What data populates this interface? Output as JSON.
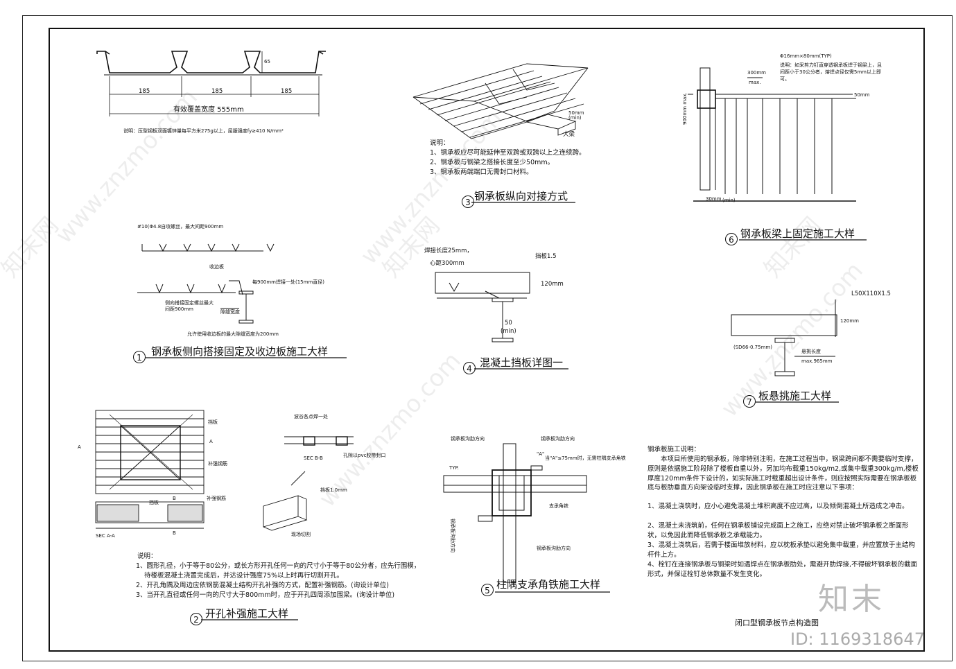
{
  "drawing_title": "闭口型钢承板节点构造图",
  "watermark": {
    "logo_text": "知末",
    "id_text": "ID: 1169318647",
    "site_text": "www.znzmo.com",
    "brand_text": "知末网"
  },
  "colors": {
    "line": "#111111",
    "watermark": "#aaaaaa"
  },
  "details": [
    {
      "num": "1",
      "title": "钢承板侧向搭接固定及收边板施工大样"
    },
    {
      "num": "2",
      "title": "开孔补强施工大样"
    },
    {
      "num": "3",
      "title": "钢承板纵向对接方式"
    },
    {
      "num": "4",
      "title": "混凝土挡板详图一"
    },
    {
      "num": "5",
      "title": "柱隅支承角铁施工大样"
    },
    {
      "num": "6",
      "title": "钢承板梁上固定施工大样"
    },
    {
      "num": "7",
      "title": "板悬挑施工大样"
    }
  ],
  "profile": {
    "dims": [
      "185",
      "185",
      "185"
    ],
    "height": "65",
    "effective_width": "有效覆盖宽度  555mm",
    "note": "说明：压型钢板双面镀锌量每平方米275g以上，屈服强度fy≥410 N/mm²"
  },
  "d1": {
    "label_top": "#10(Φ4.8自攻螺丝，最大间距900mm",
    "label_edge": "收边板",
    "label_weld": "每900mm焊接一处(15mm直径)",
    "label_side": "侧向搭接固定螺丝最大间距900mm",
    "label_gap": "隙缝宽度",
    "label_allow": "允许使用收边板的最大隙缝宽度为200mm"
  },
  "d2": {
    "label_plate": "挡板",
    "label_rebar": "补强钢筋",
    "label_rebar2": "补强钢筋",
    "label_plate2": "挡板",
    "sec_aa": "SEC A-A",
    "sec_bb": "SEC B-B",
    "label_weld_each": "波谷各点焊一处",
    "label_pvc": "孔隙以pvc胶带封口",
    "label_thick": "挡板1.0mm",
    "label_cut": "现场切割",
    "mark_a": "A",
    "mark_b": "B",
    "notes_title": "说明：",
    "notes": [
      "1、圆形孔径，小于等于80公分，或长方形开孔任何一向的尺寸小于等于80公分者，应先行围模，",
      "待楼板混凝土浇置完成后，并达设计强度75%以上时再行切割开孔。",
      "2、开孔角隅及周边应依钢筋混凝土结构开孔补强的方式，配置补强钢筋。(询设计单位)",
      "3、当开孔直径或任何一向的尺寸大于800mm时，应于开孔四周添加围梁。(询设计单位)"
    ]
  },
  "d3": {
    "dim": "50mm (min)",
    "label_beam": "大梁",
    "notes_title": "说明：",
    "notes": [
      "1、钢承板应尽可能延伸至双跨或双跨以上之连续跨。",
      "2、钢承板与钢梁之搭接长度至少50mm。",
      "3、钢承板两端端口无需封口材料。"
    ]
  },
  "d4": {
    "label_weld": "焊接长度25mm，",
    "label_center": "心距300mm",
    "label_plate": "挡板1.5",
    "dim_slab": "120mm",
    "dim_min": "50",
    "dim_min2": "(min)"
  },
  "d5": {
    "label_dir1": "钢承板沟肋方向",
    "label_dir2": "钢承板沟肋方向",
    "label_dir3": "钢承板沟肋方向",
    "label_dir4": "钢承板沟肋方向",
    "label_typ": "TYP.",
    "label_a": "\"A\"",
    "label_cond": "当\"A\"≤75mm时，无需柱隅支承角铁",
    "label_angle": "支承角铁"
  },
  "d6": {
    "label_stud": "Φ16mm×80mm(TYP)",
    "label_note": "说明：如采剪力钉直穿透钢承板焊于钢梁上，且间距小于30公分者，熔焊点径仅需5mm以上即可。",
    "dim_300": "300mm",
    "dim_max": "max.",
    "dim_900": "900mm max.",
    "dim_50": "50mm",
    "dim_30": "30mm",
    "dim_min": "(min)"
  },
  "d7": {
    "label_angle": "L50X110X1.5",
    "dim_slab": "120mm",
    "label_deck": "(SD66-0.75mm)",
    "label_len": "悬挑长度",
    "label_max": "max.965mm"
  },
  "construction_notes": {
    "title": "钢承板施工说明：",
    "paragraphs": [
      "本项目所使用的钢承板，除非特别注明，在施工过程当中，钢梁跨间都不需要临时支撑，原则是依据施工阶段除了楼板自重以外，另加均布载重150kg/m2,或集中载重300kg/m,楼板厚度120mm条件下设计的，如实际施工时载重超出设计条件，则应按照实际需要在钢承板板底与板肋垂直方向架设临时支撑，因此钢承板在施工时应注意以下事项：",
      "1、混凝土浇筑时，应小心避免混凝土堆积高度不应过高，以及倾倒混凝土所造成之冲击。",
      "2、混凝土未浇筑前，任何在钢承板铺设完成面上之施工，应绝对禁止破坏钢承板之断面形状，以免因此而降低钢承板之承载能力。",
      "3、混凝土浇筑后，若需于楼面堆放材料，应以枕板承垫以避免集中载重，并应置放于主结构杆件上方。",
      "4、栓钉在连接钢承板与钢梁时如遇焊点在钢承板肋处，需避开肋焊接,不得破坏钢承板的截面形式，并保证栓钉总体数量不发生变化。"
    ]
  }
}
